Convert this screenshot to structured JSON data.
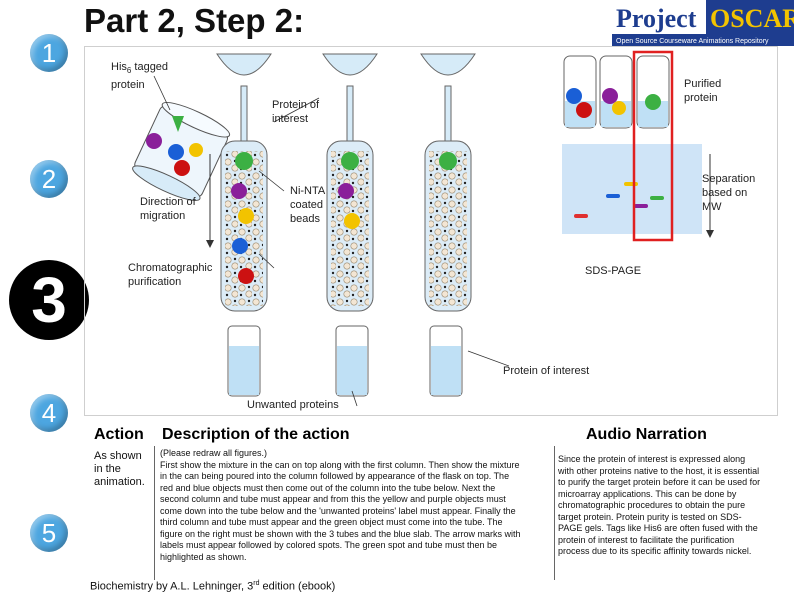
{
  "title": "Part 2, Step 2:",
  "logo": {
    "word1": "Project",
    "word2": "OSCAR",
    "tagline": "Open Source Courseware Animations Repository"
  },
  "steps": [
    "1",
    "2",
    "3",
    "4",
    "5"
  ],
  "labels": {
    "his_tagged_line1": "His",
    "his_sub": "6",
    "his_tagged_rest": " tagged",
    "his_tagged_line2": "protein",
    "protein_of_interest_1": "Protein of",
    "protein_of_interest_2": "interest",
    "direction_1": "Direction of",
    "direction_2": "migration",
    "nta_1": "Ni-NTA",
    "nta_2": "coated",
    "nta_3": "beads",
    "chrom_1": "Chromatographic",
    "chrom_2": "purification",
    "purified_1": "Purified",
    "purified_2": "protein",
    "separation_1": "Separation",
    "separation_2": "based on",
    "separation_3": "MW",
    "sds_page": "SDS-PAGE",
    "protein_of_interest_bottom": "Protein of interest",
    "unwanted": "Unwanted proteins"
  },
  "table": {
    "action_header": "Action",
    "description_header": "Description of the action",
    "audio_header": "Audio Narration",
    "action_text_1": "As shown",
    "action_text_2": "in the",
    "action_text_3": "animation.",
    "description_lines": [
      "(Please redraw all figures.)",
      "First show the mixture in the can on top along with the first column. Then show the mixture",
      "in the can being poured into the column followed by appearance of the flask on top. The",
      "red and blue objects must then come out of the column into the tube below. Next the",
      "second column and tube must appear and from this the yellow and purple objects must",
      "come down into the tube below and the 'unwanted proteins' label must appear. Finally the",
      "third column and tube must appear and the green object must come into the tube. The",
      "figure on the right must be shown with the 3 tubes and the blue slab. The arrow marks with",
      "labels must appear followed by colored spots. The green spot and tube must then be",
      "highlighted as shown."
    ],
    "audio_lines": [
      "Since the protein of interest is expressed along",
      "with other proteins native to the host, it is essential",
      "to purify the target protein before it can be used for",
      "microarray applications. This can be done by",
      "chromatographic procedures to obtain the pure",
      "target protein. Protein purity is tested on SDS-",
      "PAGE gels. Tags like His6 are often fused with the",
      "protein of interest to facilitate the purification",
      "process due to its specific affinity towards nickel."
    ]
  },
  "reference": {
    "prefix": "Biochemistry by A.L. Lehninger, 3",
    "sup": "rd",
    "suffix": " edition (ebook)"
  },
  "colors": {
    "step_bubble": "#4da6e0",
    "liquid": "#bfe0f5",
    "gel": "#cfe4f7",
    "highlight": "#e02020",
    "green": "#3cb043",
    "red": "#cc1111",
    "blue": "#1a5fd6",
    "yellow": "#f2c300",
    "purple": "#8a1f9a"
  }
}
